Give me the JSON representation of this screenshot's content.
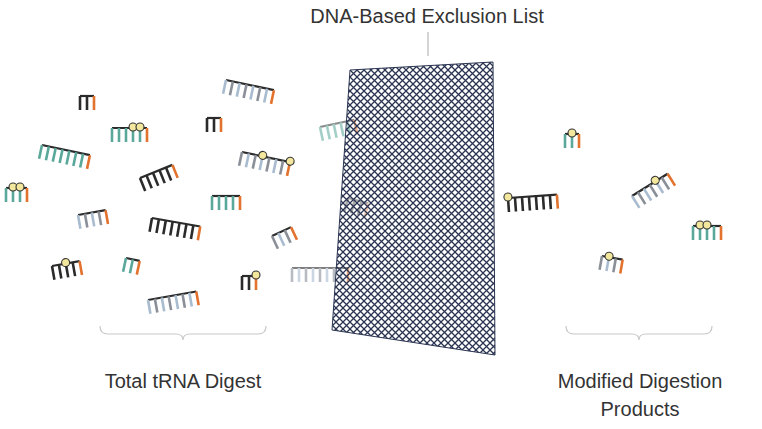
{
  "diagram": {
    "labels": [
      "DNA-Based Exclusion List",
      "Total tRNA Digest",
      "Modified Digestion Products"
    ]
  }
}
